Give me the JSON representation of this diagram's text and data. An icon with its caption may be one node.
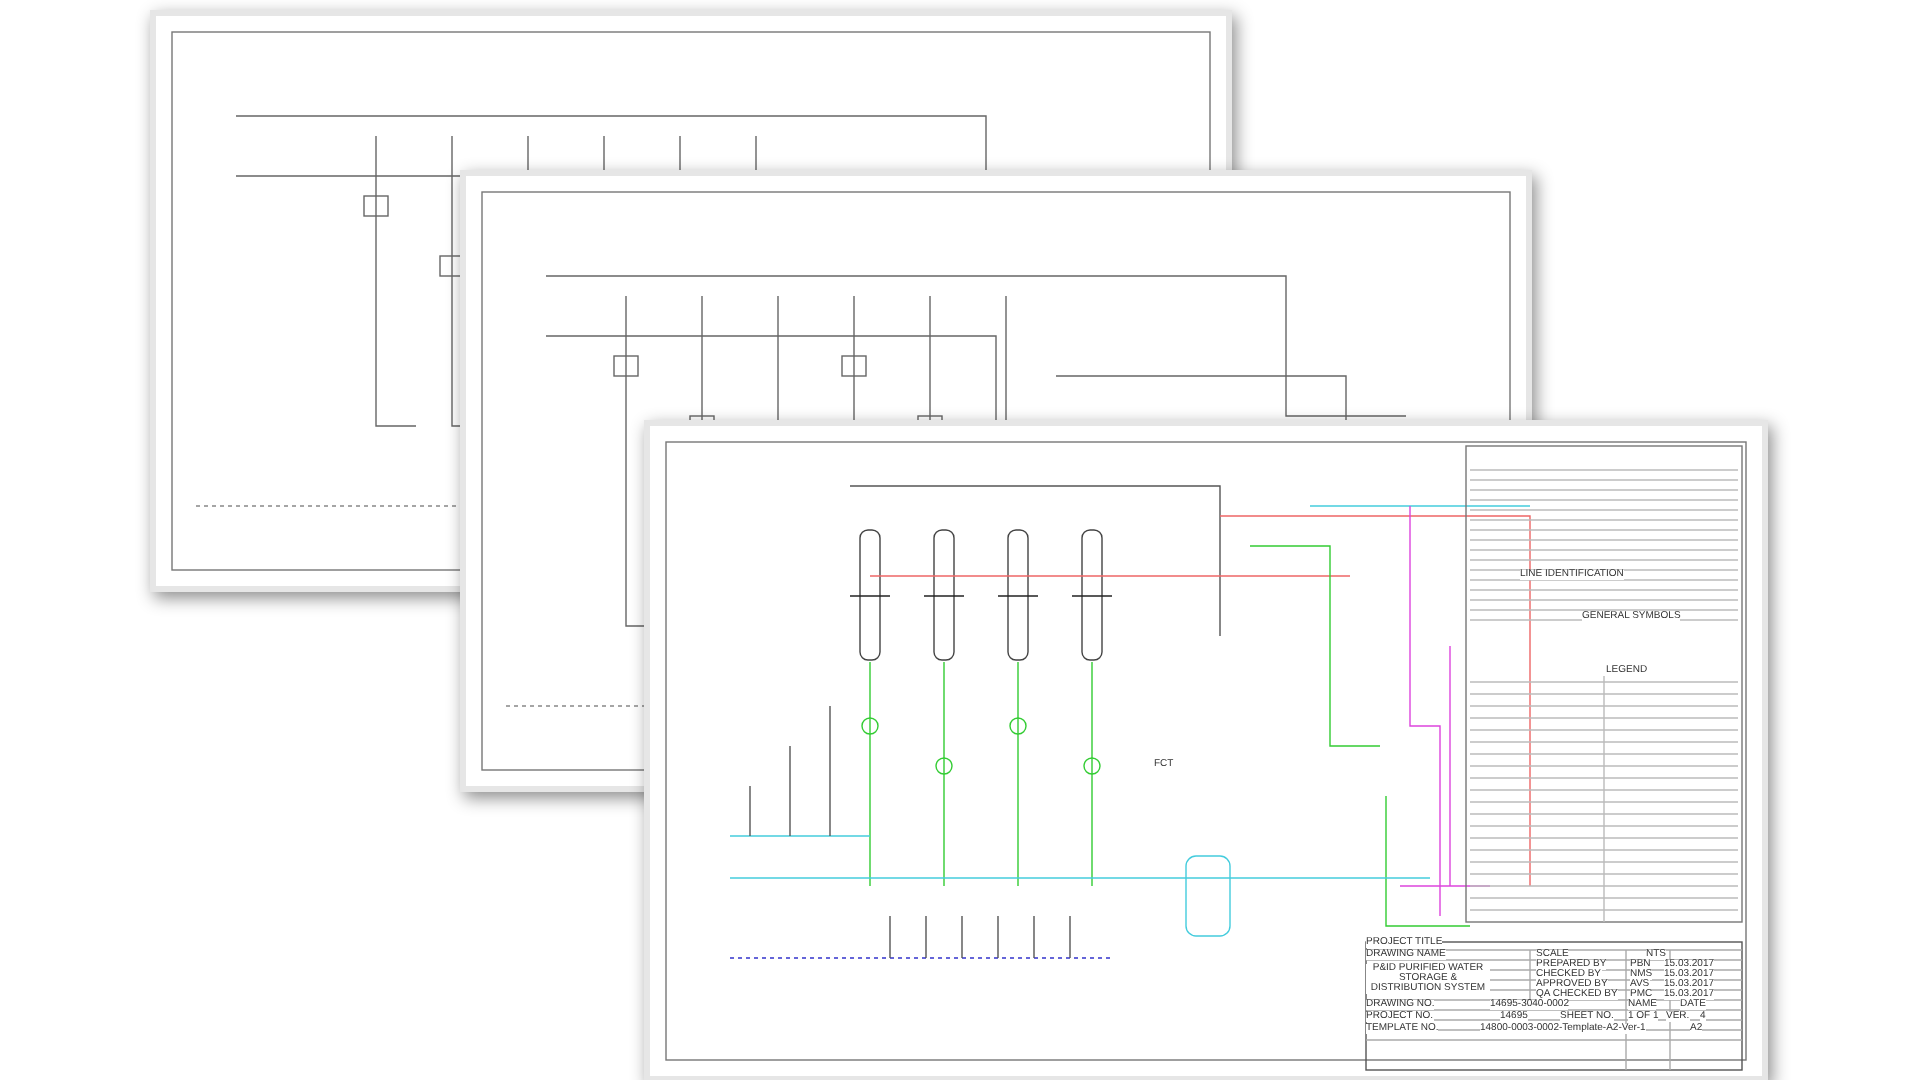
{
  "diagram": {
    "labels": [
      "LINE IDENTIFICATION",
      "GENERAL SYMBOLS",
      "LEGEND",
      "FCT",
      "PROJECT TITLE",
      "DRAWING NAME",
      "P&ID PURIFIED WATER STORAGE & DISTRIBUTION SYSTEM",
      "SCALE",
      "NTS",
      "PREPARED BY",
      "PBN",
      "15.03.2017",
      "CHECKED BY",
      "NMS",
      "15.03.2017",
      "APPROVED BY",
      "AVS",
      "15.03.2017",
      "QA CHECKED BY",
      "PMC",
      "15.03.2017",
      "DRAWING NO.",
      "14695-3040-0002",
      "NAME",
      "DATE",
      "PROJECT NO.",
      "14695",
      "SHEET NO.",
      "1 OF 1",
      "VER.",
      "4",
      "TEMPLATE NO.",
      "14800-0003-0002-Template-A2-Ver-1",
      "A2"
    ]
  }
}
